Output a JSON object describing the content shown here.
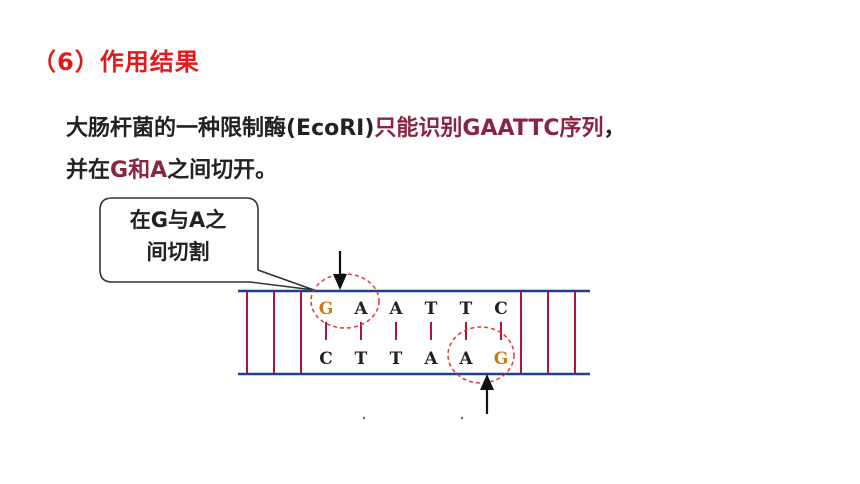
{
  "slide": {
    "title": "（6）作用结果",
    "paragraph": {
      "part1": "大肠杆菌的一种限制酶(EcoRⅠ)",
      "part2": "只能识别GAATTC序列",
      "part3": "，",
      "line2_part1": "并在",
      "line2_part2": "G和A",
      "line2_part3": "之间切开。"
    },
    "callout": {
      "line1": "在G与A之",
      "line2": "间切割"
    }
  },
  "diagram": {
    "top_strand": [
      "G",
      "A",
      "A",
      "T",
      "T",
      "C"
    ],
    "bottom_strand": [
      "C",
      "T",
      "T",
      "A",
      "A",
      "G"
    ],
    "strand_color": "#1f3f8f",
    "pair_color": "#b3123a",
    "highlight_base_color": "#c97a12",
    "circle_color": "#e23a3a"
  }
}
